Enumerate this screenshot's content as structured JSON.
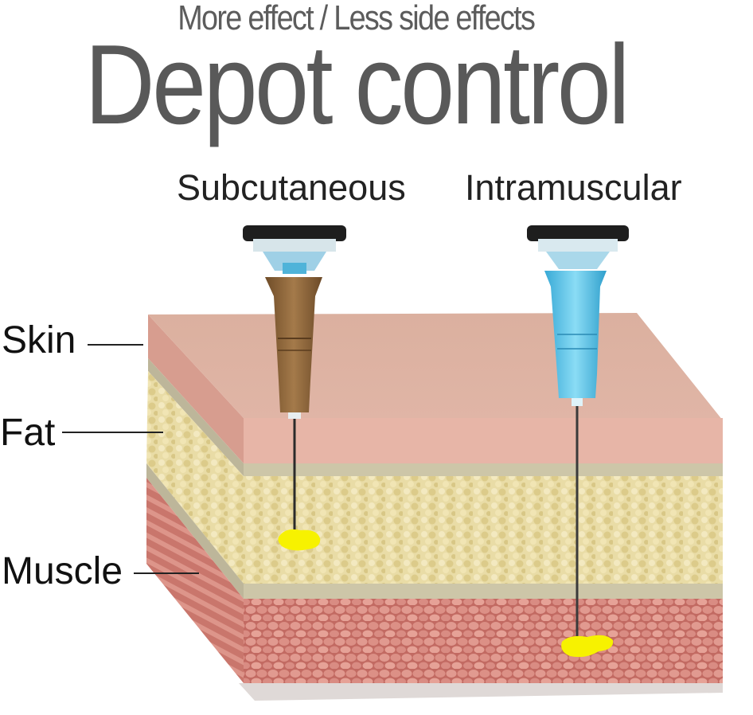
{
  "header": {
    "subtitle": "More effect / Less side effects",
    "title": "Depot control"
  },
  "routes": {
    "subcutaneous": "Subcutaneous",
    "intramuscular": "Intramuscular"
  },
  "layers": {
    "skin": "Skin",
    "fat": "Fat",
    "muscle": "Muscle"
  },
  "colors": {
    "skin_top": "#dcb0a0",
    "skin_front": "#e8b4a6",
    "fat": "#e6d8a0",
    "muscle": "#d27f76",
    "separator": "#c9c2a4",
    "depot": "#f7f200",
    "sc_hub": "#8a6236",
    "im_hub": "#54c6ec"
  },
  "icons": {
    "subcutaneous_needle": "syringe-needle-icon",
    "intramuscular_needle": "syringe-needle-icon",
    "depot": "depot-blob-icon"
  }
}
